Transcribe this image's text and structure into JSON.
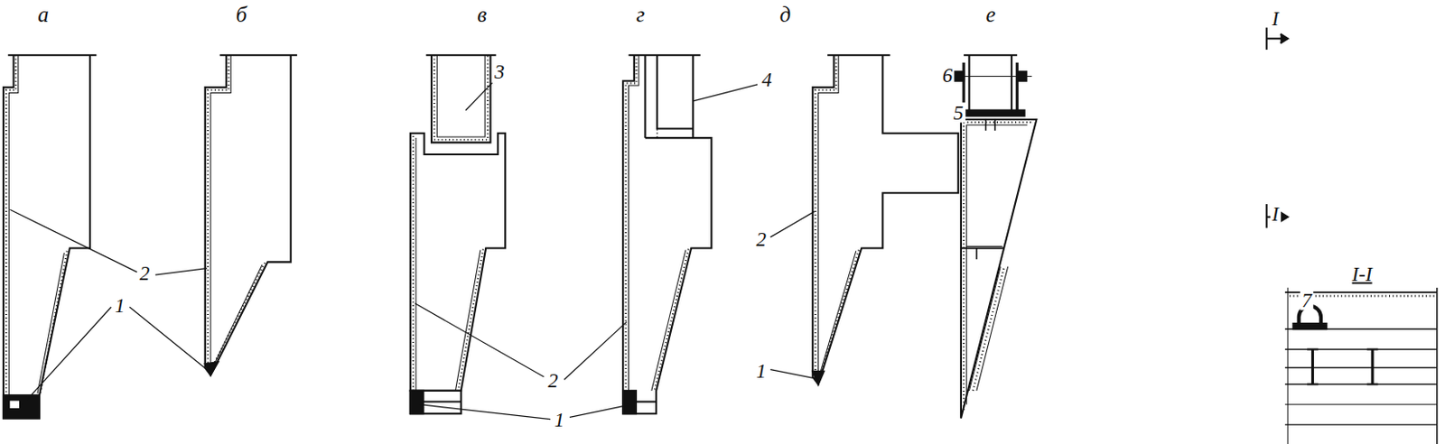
{
  "diagram": {
    "labels": [
      "а",
      "б",
      "в",
      "г",
      "д",
      "е",
      "I",
      "6",
      "5",
      "I",
      "I-I",
      "7",
      "2",
      "1",
      "3",
      "4",
      "2",
      "1",
      "2",
      "1"
    ]
  }
}
